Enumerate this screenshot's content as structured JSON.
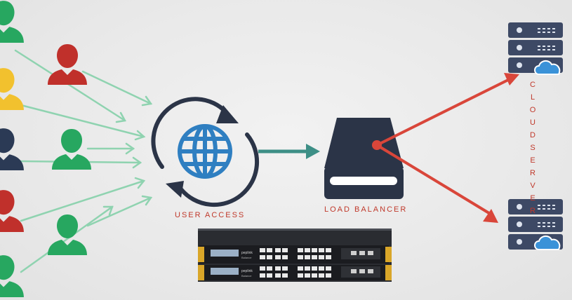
{
  "labels": {
    "user_access": "USER ACCESS",
    "load_balancer": "LOAD BALANCER",
    "cloud_server": "CLOUD SERVER"
  },
  "device": {
    "brand": "peplink",
    "model": "Balance"
  },
  "colors": {
    "background": "#ebebeb",
    "user_arrow": "#8fd3b0",
    "access_arrow": "#3d8f86",
    "server_arrow": "#d9463a",
    "label_red": "#c0392b",
    "globe_blue": "#2f7fc1",
    "dark_navy": "#2b3447",
    "user_green": "#27a760",
    "user_red": "#c0302b",
    "user_yellow": "#f2c12e",
    "user_navy": "#2b3a55",
    "cloud_blue": "#3a92d8"
  },
  "icons": [
    "user-icon",
    "globe-icon",
    "refresh-cycle-icon",
    "load-balancer-icon",
    "server-stack-icon",
    "cloud-icon",
    "rack-appliance-icon"
  ]
}
